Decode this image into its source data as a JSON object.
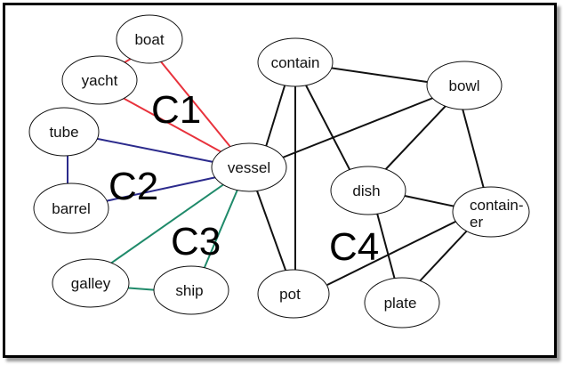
{
  "nodes": {
    "boat": "boat",
    "yacht": "yacht",
    "tube": "tube",
    "barrel": "barrel",
    "vessel": "vessel",
    "galley": "galley",
    "ship": "ship",
    "contain": "contain",
    "bowl": "bowl",
    "dish": "dish",
    "container_line1": "contain-",
    "container_line2": "er",
    "pot": "pot",
    "plate": "plate"
  },
  "clusters": {
    "c1": "C1",
    "c2": "C2",
    "c3": "C3",
    "c4": "C4"
  },
  "colors": {
    "c1": "#e8323c",
    "c2": "#2b2a8c",
    "c3": "#1f8a6a",
    "c4": "#111111"
  }
}
